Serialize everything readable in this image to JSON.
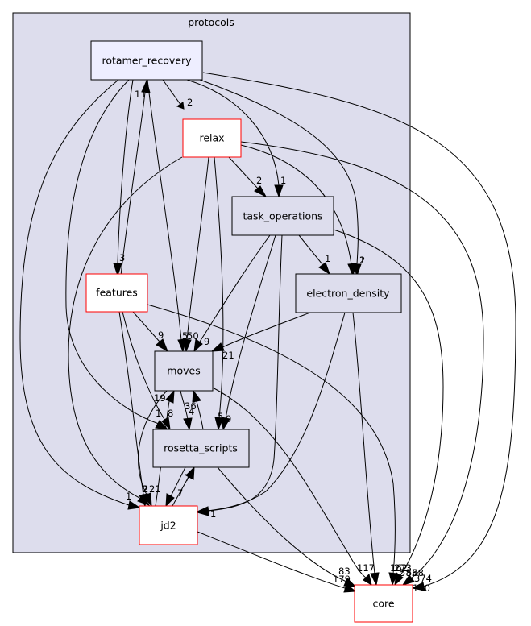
{
  "cluster": {
    "label": "protocols"
  },
  "nodes": {
    "rotamer_recovery": "rotamer_recovery",
    "relax": "relax",
    "task_operations": "task_operations",
    "electron_density": "electron_density",
    "features": "features",
    "moves": "moves",
    "rosetta_scripts": "rosetta_scripts",
    "jd2": "jd2",
    "core": "core"
  },
  "edge_labels": {
    "rr_relax": "2",
    "rr_features": "3",
    "rr_moves": "5",
    "rr_jd2": "1",
    "rr_task": "1",
    "rr_ed": "1",
    "rr_core": "374",
    "rr_rs": "8",
    "features_rr": "11",
    "relax_task": "2",
    "relax_ed": "2",
    "relax_moves": "50",
    "relax_rs": "5",
    "relax_jd2": "2",
    "relax_core": "568",
    "task_ed": "1",
    "task_moves": "9",
    "task_rs": "9",
    "task_jd2": "1",
    "task_core": "162",
    "ed_moves": "21",
    "ed_core": "117",
    "features_moves": "9",
    "features_rs": "1",
    "features_jd2": "2",
    "features_core": "273",
    "moves_rs": "36",
    "moves_jd2": "21",
    "moves_core": "583",
    "rs_moves": "4",
    "rs_jd2": "7",
    "rs_core": "83",
    "jd2_moves": "19",
    "jd2_rs": "7",
    "jd2_core": "179",
    "jd2_core2": "110"
  }
}
